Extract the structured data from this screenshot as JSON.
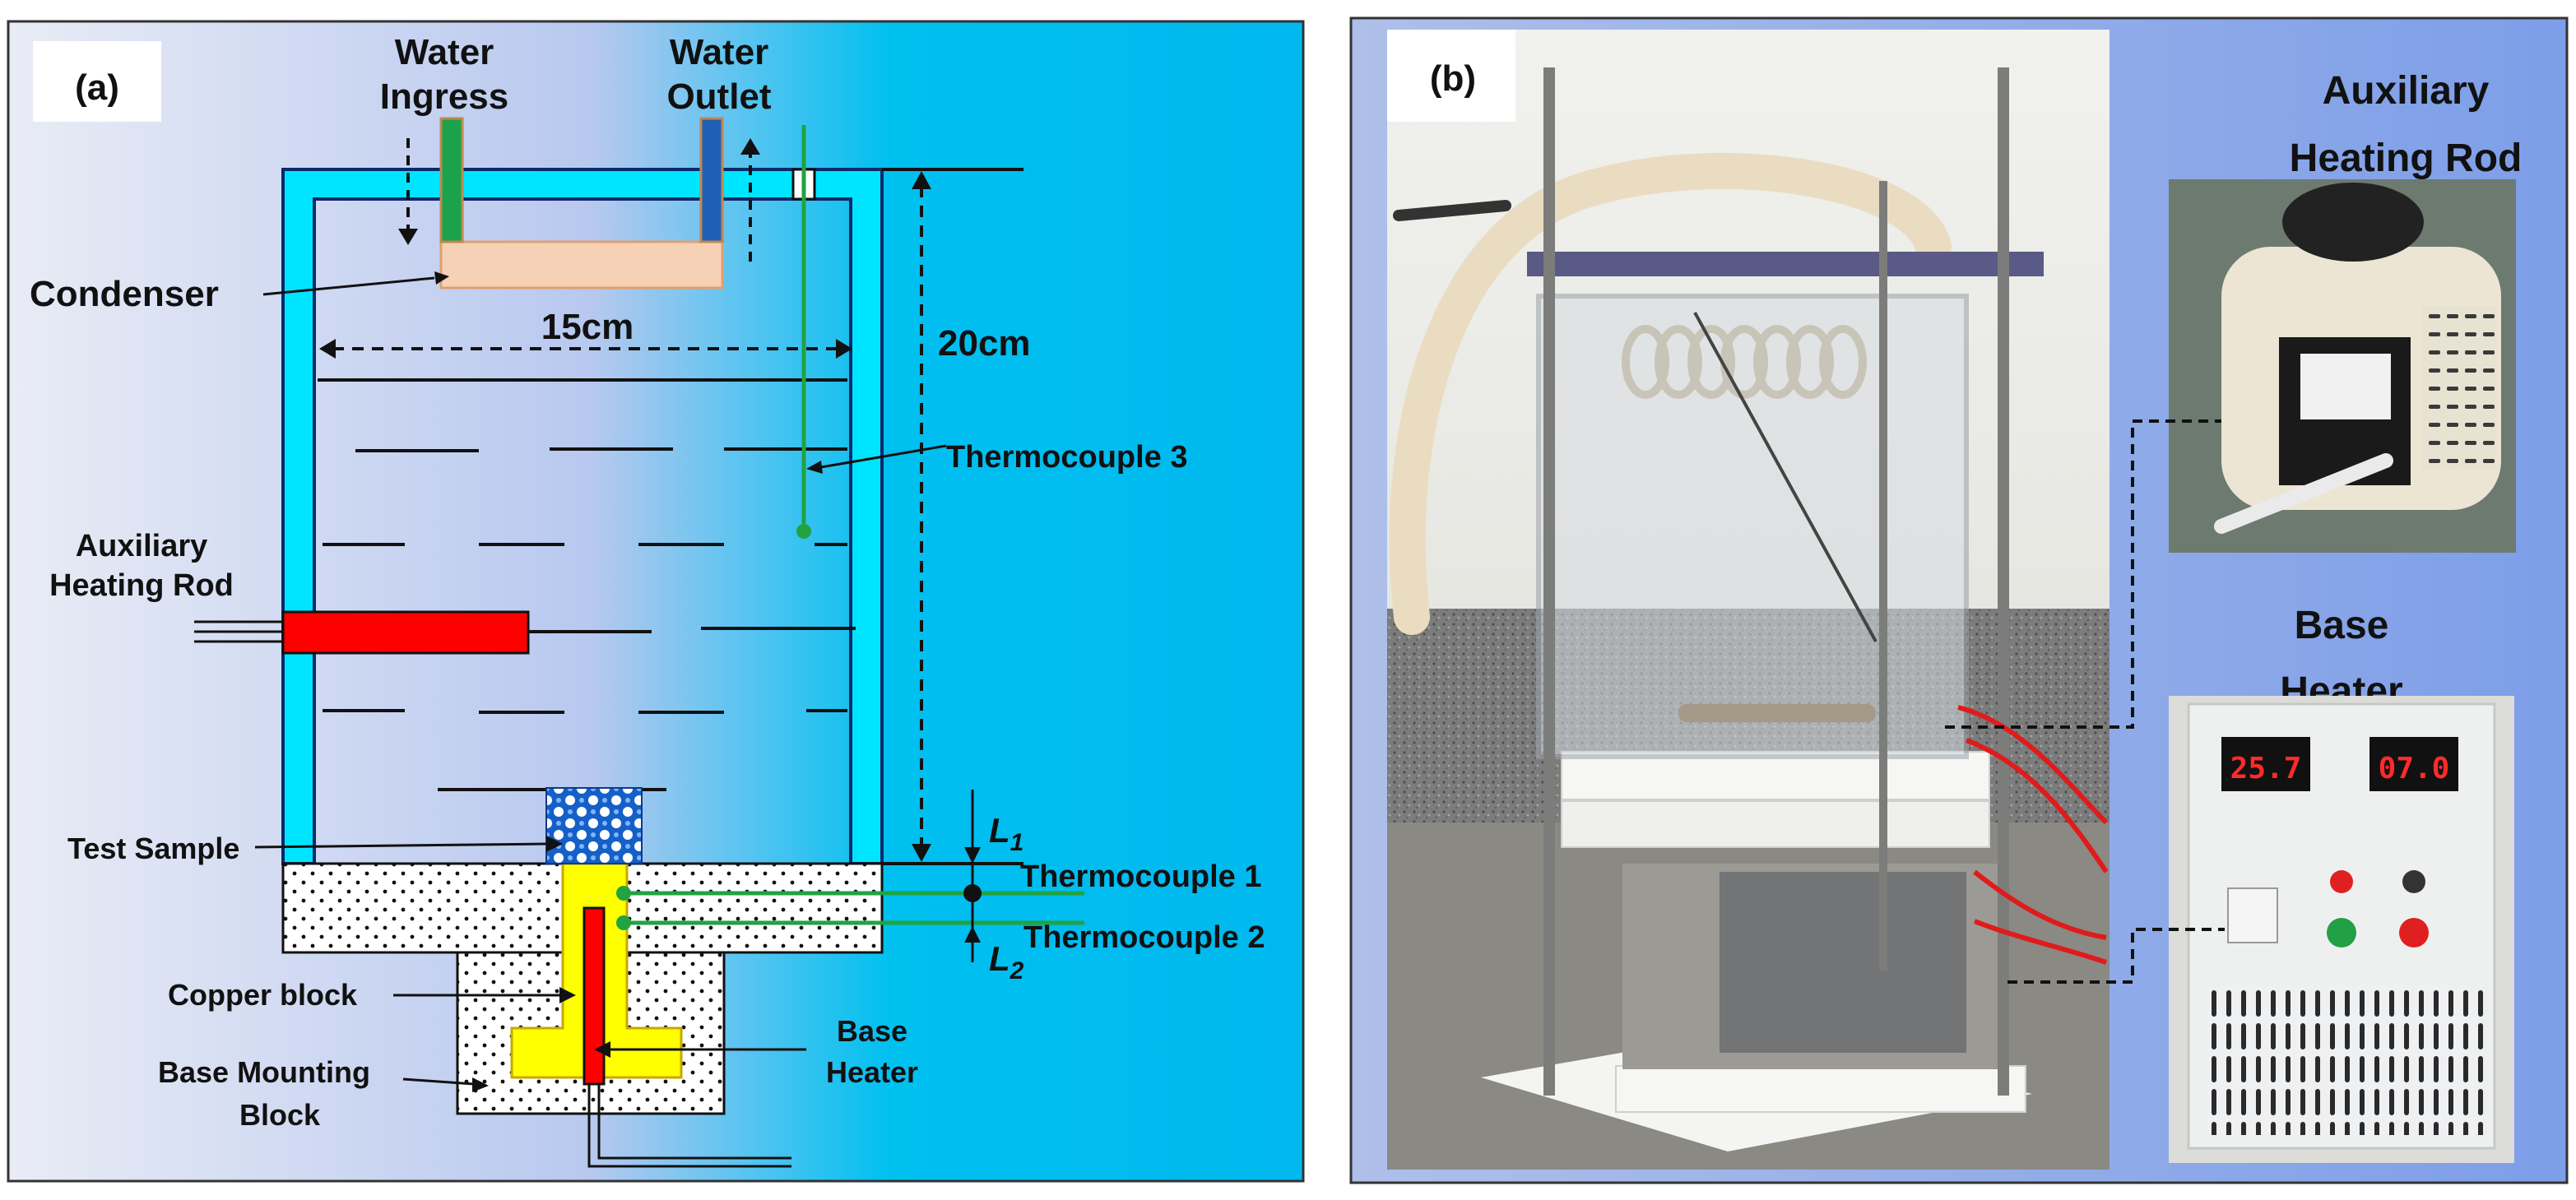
{
  "panel_a": {
    "tag": "(a)",
    "water_ingress": [
      "Water",
      "Ingress"
    ],
    "water_outlet": [
      "Water",
      "Outlet"
    ],
    "condenser": "Condenser",
    "width_dim": "15cm",
    "height_dim": "20cm",
    "thermocouple_3": "Thermocouple 3",
    "aux_heating_rod": [
      "Auxiliary",
      "Heating Rod"
    ],
    "test_sample": "Test Sample",
    "thermocouple_1": "Thermocouple 1",
    "thermocouple_2": "Thermocouple 2",
    "l1": {
      "base": "L",
      "sub": "1"
    },
    "l2": {
      "base": "L",
      "sub": "2"
    },
    "copper_block": "Copper block",
    "base_mounting_block": [
      "Base Mounting",
      "Block"
    ],
    "base_heater": [
      "Base",
      "Heater"
    ]
  },
  "panel_b": {
    "tag": "(b)",
    "aux_heating_rod": [
      "Auxiliary",
      "Heating Rod"
    ],
    "base_heater": [
      "Base",
      "Heater"
    ],
    "display_left": "25.7",
    "display_right": "07.0"
  },
  "colors": {
    "wall": "#00e5ff",
    "condenser": "#f7d1b5",
    "heating_rod": "#ff0000",
    "copper": "#ffff00",
    "thermocouple": "#21a341",
    "inlet_pipe": "#1aa34a",
    "outlet_pipe": "#1f5fb5",
    "display_red": "#ff2a2a"
  }
}
